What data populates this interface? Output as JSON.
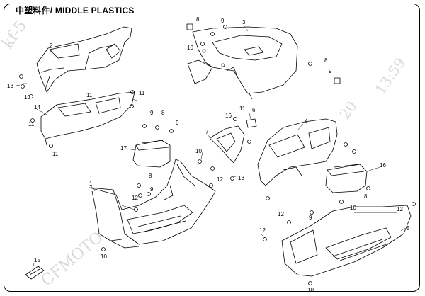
{
  "title": "中塑料件/ MIDDLE PLASTICS",
  "watermarks": [
    "kf-5",
    "CFMOTO",
    "13:59",
    "20"
  ],
  "colors": {
    "line": "#000000",
    "watermark": "#d9d9d9",
    "background": "#ffffff"
  },
  "callouts": [
    "1",
    "2",
    "3",
    "4",
    "5",
    "6",
    "7",
    "8",
    "9",
    "10",
    "11",
    "12",
    "13",
    "14",
    "15",
    "16",
    "17"
  ],
  "labels": [
    {
      "id": "l2a",
      "text": "2"
    },
    {
      "id": "l3a",
      "text": "3"
    },
    {
      "id": "l4a",
      "text": "4"
    },
    {
      "id": "l5a",
      "text": "5"
    },
    {
      "id": "l6a",
      "text": "6"
    },
    {
      "id": "l7a",
      "text": "7"
    },
    {
      "id": "l1a",
      "text": "1"
    },
    {
      "id": "l14a",
      "text": "14"
    },
    {
      "id": "l15a",
      "text": "15"
    },
    {
      "id": "l16a",
      "text": "16"
    },
    {
      "id": "l16b",
      "text": "16"
    },
    {
      "id": "l17a",
      "text": "17"
    },
    {
      "id": "l8a",
      "text": "8"
    },
    {
      "id": "l8b",
      "text": "8"
    },
    {
      "id": "l8c",
      "text": "8"
    },
    {
      "id": "l8d",
      "text": "8"
    },
    {
      "id": "l8e",
      "text": "8"
    },
    {
      "id": "l9a",
      "text": "9"
    },
    {
      "id": "l9b",
      "text": "9"
    },
    {
      "id": "l9c",
      "text": "9"
    },
    {
      "id": "l9d",
      "text": "9"
    },
    {
      "id": "l9e",
      "text": "9"
    },
    {
      "id": "l9f",
      "text": "9"
    },
    {
      "id": "l10a",
      "text": "10"
    },
    {
      "id": "l10b",
      "text": "10"
    },
    {
      "id": "l10c",
      "text": "10"
    },
    {
      "id": "l10d",
      "text": "10"
    },
    {
      "id": "l10e",
      "text": "10"
    },
    {
      "id": "l10f",
      "text": "10"
    },
    {
      "id": "l11a",
      "text": "11"
    },
    {
      "id": "l11b",
      "text": "11"
    },
    {
      "id": "l11c",
      "text": "11"
    },
    {
      "id": "l11d",
      "text": "11"
    },
    {
      "id": "l11e",
      "text": "11"
    },
    {
      "id": "l12a",
      "text": "12"
    },
    {
      "id": "l12b",
      "text": "12"
    },
    {
      "id": "l12c",
      "text": "12"
    },
    {
      "id": "l12d",
      "text": "12"
    },
    {
      "id": "l12e",
      "text": "12"
    },
    {
      "id": "l13a",
      "text": "13"
    },
    {
      "id": "l13b",
      "text": "13"
    }
  ]
}
